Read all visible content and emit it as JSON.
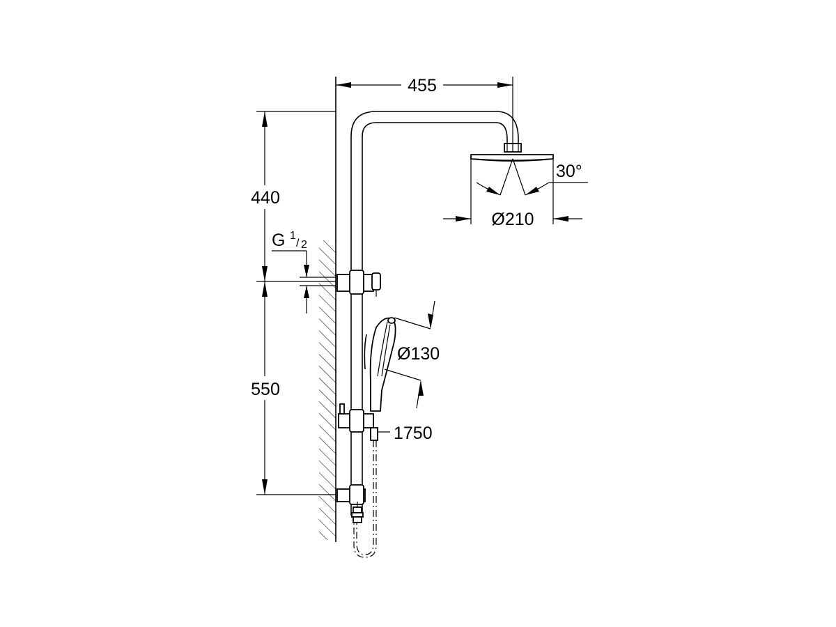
{
  "dimensions": {
    "width_455": "455",
    "height_440": "440",
    "height_550": "550",
    "diameter_210": "Ø210",
    "diameter_130": "Ø130",
    "hose_1750": "1750",
    "angle_30": "30°",
    "thread_g": "G",
    "thread_num": "1",
    "thread_den": "2"
  },
  "colors": {
    "line": "#000000",
    "background": "#ffffff"
  }
}
